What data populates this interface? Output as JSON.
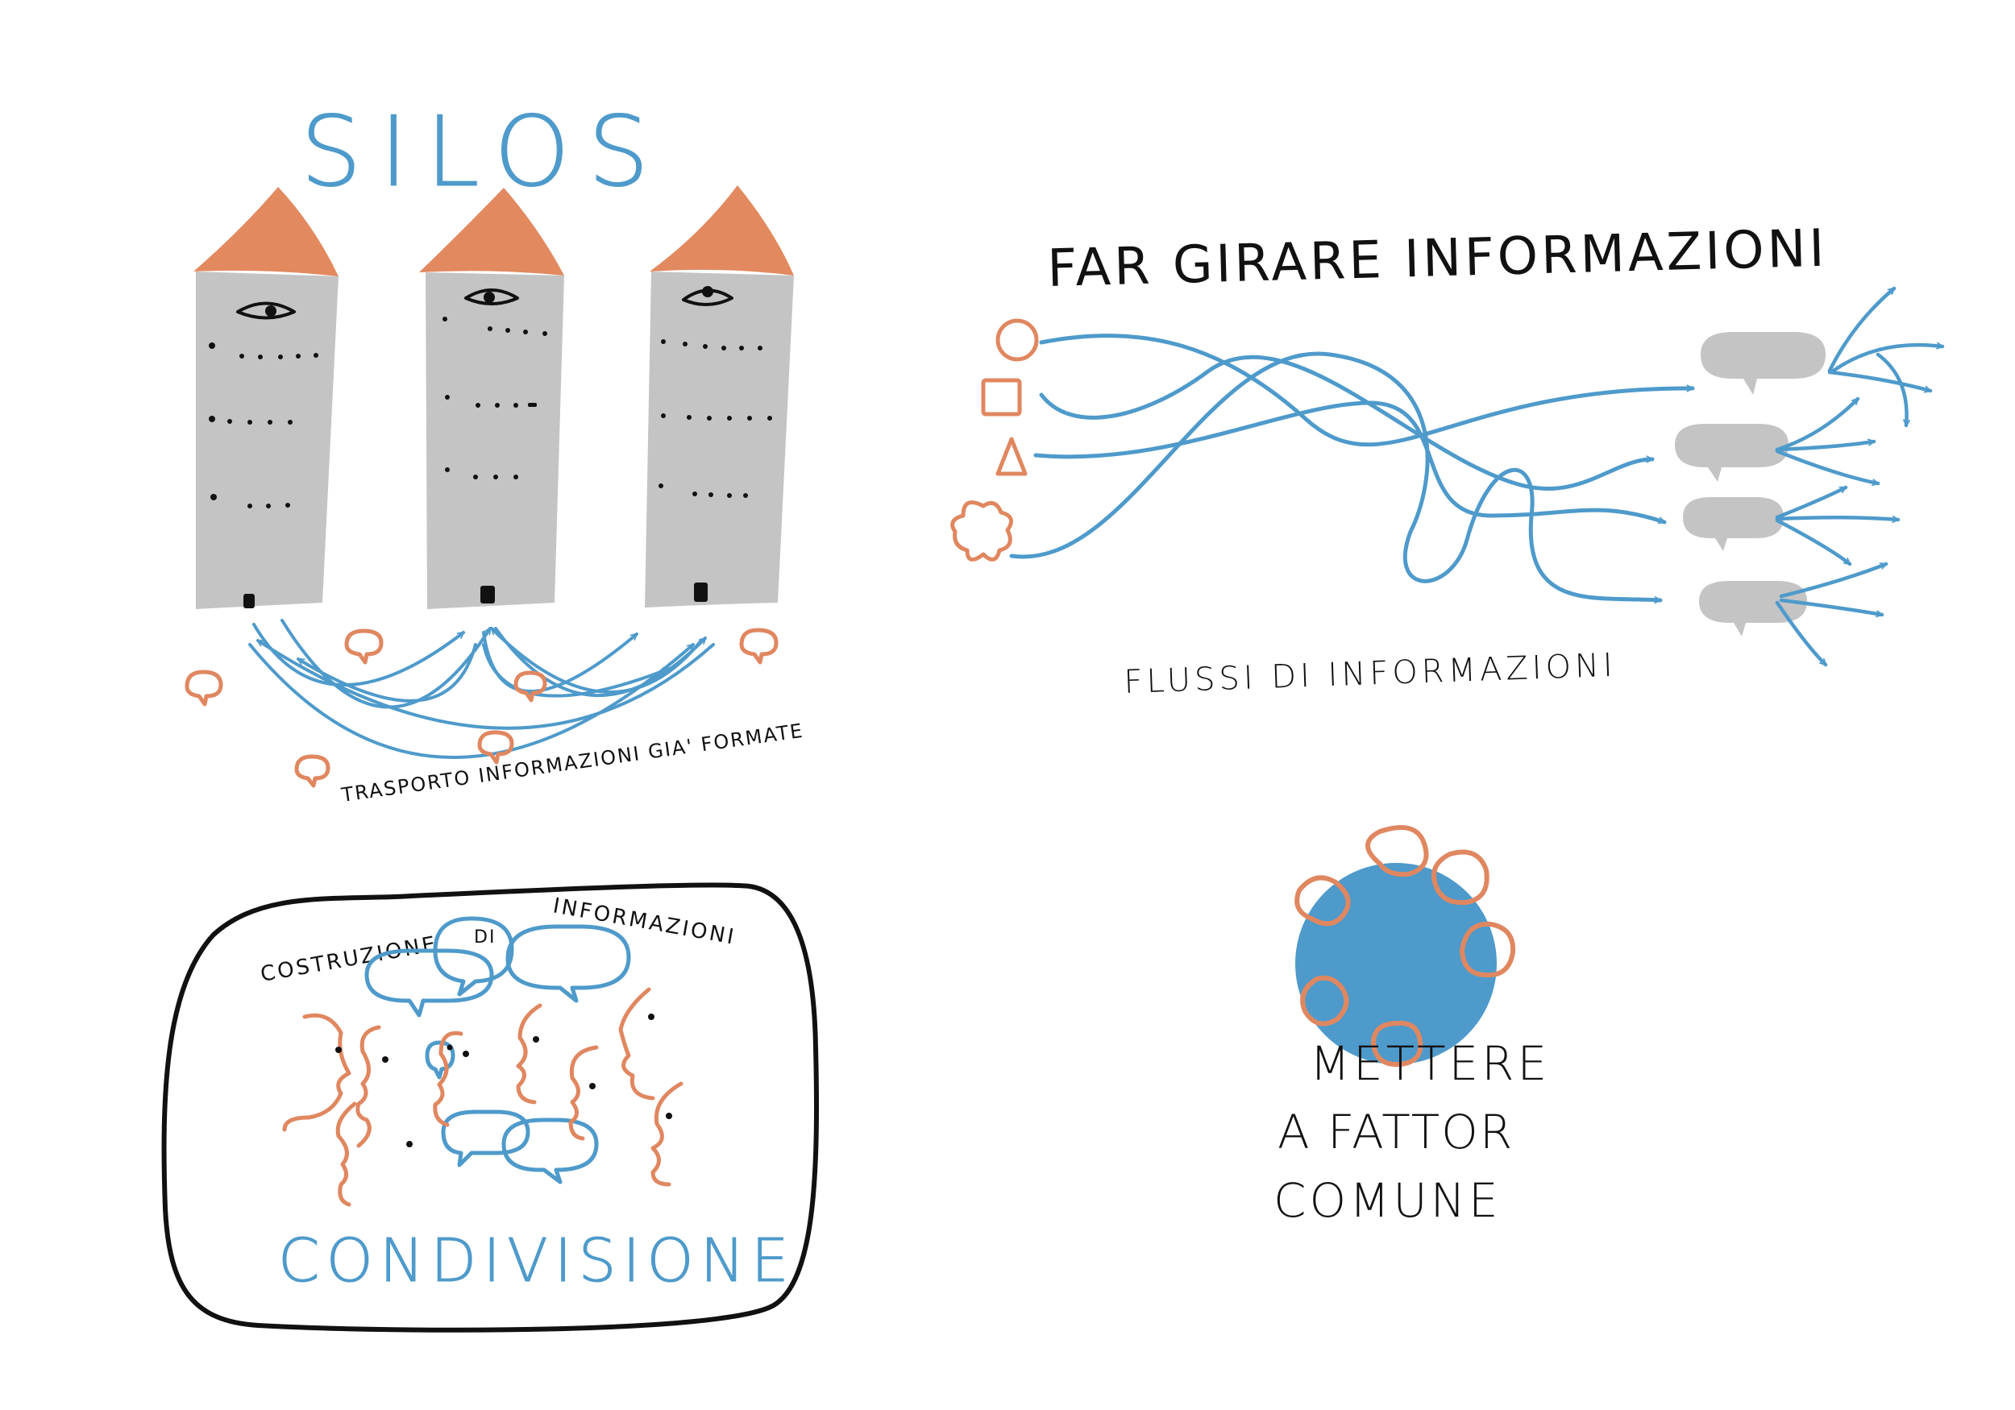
{
  "colors": {
    "blue": "#4e9acb",
    "orange": "#e08760",
    "grey": "#c4c4c4",
    "ink": "#111111"
  },
  "silos": {
    "title": "SILOS",
    "caption": "TRASPORTO INFORMAZIONI GIA' FORMATE"
  },
  "flows": {
    "title": "FAR GIRARE INFORMAZIONI",
    "caption": "FLUSSI DI INFORMAZIONI"
  },
  "sharing": {
    "caption_words": [
      "COSTRUZIONE",
      "DI",
      "INFORMAZIONI"
    ],
    "title": "CONDIVISIONE"
  },
  "common": {
    "lines": [
      "METTERE",
      "A FATTOR",
      "COMUNE"
    ]
  }
}
